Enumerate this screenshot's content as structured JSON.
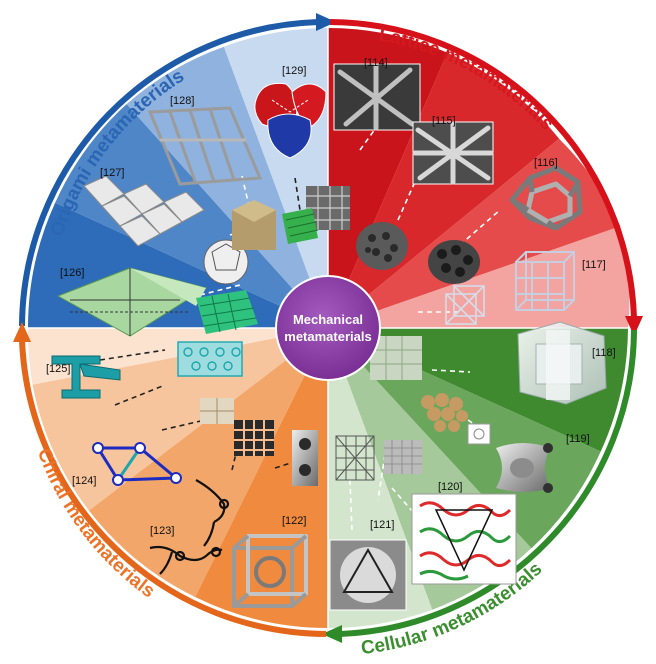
{
  "center": {
    "line1": "Mechanical",
    "line2": "metamaterials",
    "color": "#8e3fa6"
  },
  "categories": [
    {
      "name": "Lattice metamaterials",
      "color": "#e0151b",
      "refs": [
        "[114]",
        "[115]",
        "[116]",
        "[117]"
      ]
    },
    {
      "name": "Cellular metamaterials",
      "color": "#3f8f32",
      "refs": [
        "[118]",
        "[119]",
        "[120]",
        "[121]"
      ]
    },
    {
      "name": "Chiral metamaterials",
      "color": "#ee6f1f",
      "refs": [
        "[122]",
        "[123]",
        "[124]",
        "[125]"
      ]
    },
    {
      "name": "Origami metamaterials",
      "color": "#2f6bb5",
      "refs": [
        "[126]",
        "[127]",
        "[128]",
        "[129]"
      ]
    }
  ]
}
